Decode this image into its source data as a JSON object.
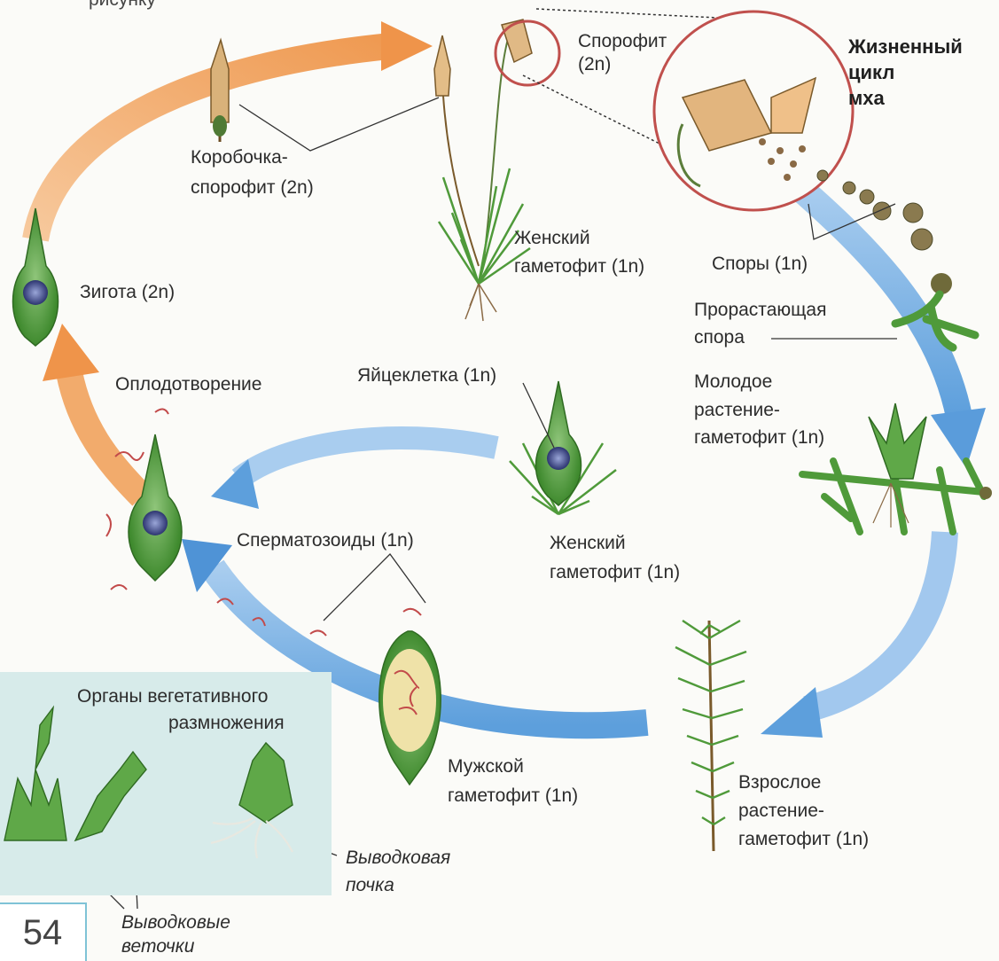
{
  "title": [
    "Жизненный",
    "цикл",
    "мха"
  ],
  "top_fragment": "рисунку",
  "page_number": "54",
  "labels": {
    "sporophyte": "Спорофит",
    "sporophyte_ploidy": "(2n)",
    "capsule_line1": "Коробочка-",
    "capsule_line2": "спорофит (2n)",
    "female_gametophyte_top_1": "Женский",
    "female_gametophyte_top_2": "гаметофит (1n)",
    "spores": "Споры (1n)",
    "germinating_spore_1": "Прорастающая",
    "germinating_spore_2": "спора",
    "young_plant_1": "Молодое",
    "young_plant_2": "растение-",
    "young_plant_3": "гаметофит (1n)",
    "zygote": "Зигота (2n)",
    "fertilization": "Оплодотворение",
    "egg": "Яйцеклетка (1n)",
    "female_gametophyte_mid_1": "Женский",
    "female_gametophyte_mid_2": "гаметофит (1n)",
    "sperm": "Сперматозоиды (1n)",
    "male_gametophyte_1": "Мужской",
    "male_gametophyte_2": "гаметофит (1n)",
    "adult_plant_1": "Взрослое",
    "adult_plant_2": "растение-",
    "adult_plant_3": "гаметофит (1n)",
    "veg_organs_1": "Органы вегетативного",
    "veg_organs_2": "размножения",
    "brood_bud_1": "Выводковая",
    "brood_bud_2": "почка",
    "brood_branches_1": "Выводковые",
    "brood_branches_2": "веточки"
  },
  "colors": {
    "orange_arrow": "#f0a35e",
    "blue_arrow": "#6aa9e0",
    "moss_green": "#4f9a3a",
    "capsule_tan": "#d9b27a",
    "highlight_circle": "#c0504d",
    "panel_bg": "#d7ebea"
  }
}
